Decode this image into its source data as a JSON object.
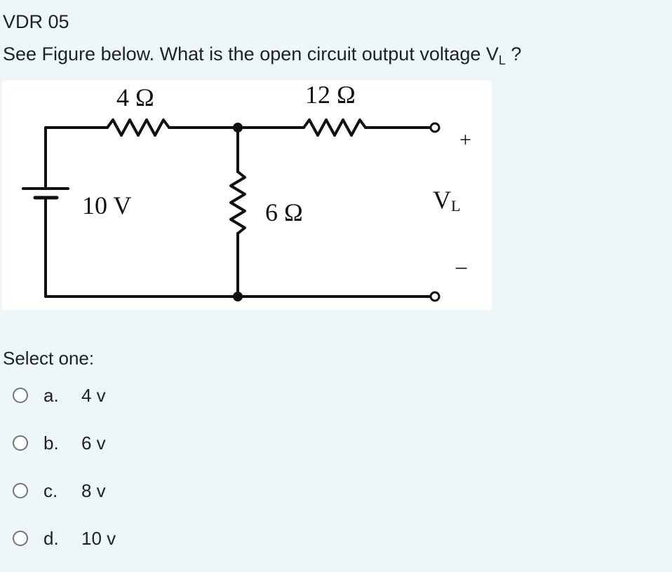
{
  "question": {
    "number": "VDR 05",
    "text": "See Figure below. What is the open circuit output voltage V",
    "subscript": "L",
    "suffix": " ?"
  },
  "figure": {
    "r1_label": "4 Ω",
    "r2_label": "12 Ω",
    "r3_label": "6 Ω",
    "source_label": "10 V",
    "output_label": "V",
    "output_subscript": "L",
    "plus": "+",
    "minus": "−"
  },
  "select_label": "Select one:",
  "options": [
    {
      "letter": "a.",
      "text": "4 v"
    },
    {
      "letter": "b.",
      "text": "6 v"
    },
    {
      "letter": "c.",
      "text": "8 v"
    },
    {
      "letter": "d.",
      "text": "10 v"
    }
  ]
}
